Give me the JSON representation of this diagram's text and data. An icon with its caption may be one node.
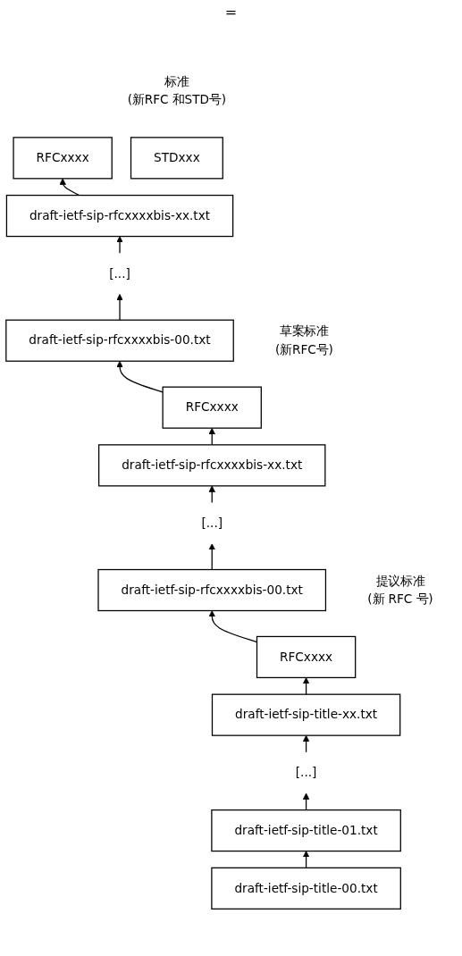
{
  "diagram": {
    "nodes": [
      {
        "text": [
          "RFCxxxx"
        ]
      },
      {
        "text": [
          "STDxxx"
        ],
        "beside": [
          "标准",
          "(新RFC 和STD号)"
        ]
      },
      {
        "text": [
          "draft-ietf-sip-rfcxxxxbis-xx.txt"
        ]
      },
      {
        "text": [
          "[...]"
        ]
      },
      {
        "text": [
          "draft-ietf-sip-rfcxxxxbis-00.txt"
        ]
      },
      {
        "text": [
          "RFCxxxx"
        ],
        "beside": [
          "草案标准",
          "(新RFC号)"
        ]
      },
      {
        "text": [
          "draft-ietf-sip-rfcxxxxbis-xx.txt"
        ]
      },
      {
        "text": [
          "[...]"
        ]
      },
      {
        "text": [
          "draft-ietf-sip-rfcxxxxbis-00.txt"
        ]
      },
      {
        "text": [
          "RFCxxxx"
        ],
        "beside": [
          "提议标准",
          "(新 RFC 号)"
        ]
      },
      {
        "text": [
          "draft-ietf-sip-title-xx.txt"
        ]
      },
      {
        "text": [
          "[...]"
        ]
      },
      {
        "text": [
          "draft-ietf-sip-title-01.txt"
        ]
      },
      {
        "text": [
          "draft-ietf-sip-title-00.txt"
        ]
      }
    ],
    "edges": [
      {
        "from": 13,
        "to": 12,
        "arrow": "to"
      },
      {
        "from": 12,
        "to": 11,
        "arrow": "to"
      },
      {
        "from": 11,
        "to": 10,
        "arrow": "to"
      },
      {
        "from": 10,
        "to": 9,
        "arrow": "to"
      },
      {
        "from": 9,
        "to": 8,
        "arrow": "to"
      },
      {
        "from": 8,
        "to": 7,
        "arrow": "to"
      },
      {
        "from": 7,
        "to": 6,
        "arrow": "to"
      },
      {
        "from": 6,
        "to": 5,
        "arrow": "to"
      },
      {
        "from": 5,
        "to": 4,
        "arrow": "to"
      },
      {
        "from": 4,
        "to": 3,
        "arrow": "to"
      },
      {
        "from": 3,
        "to": 2,
        "arrow": "to"
      },
      {
        "from": 2,
        "to": 0,
        "arrow": "to"
      }
    ],
    "labels": [
      "="
    ]
  }
}
